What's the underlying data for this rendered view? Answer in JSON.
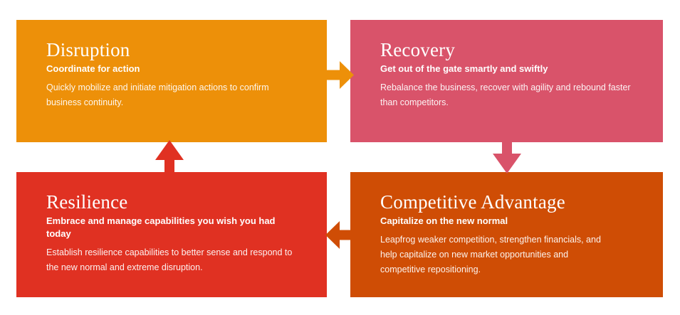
{
  "diagram": {
    "name": "business-continuity-phases",
    "background_color": "#ffffff",
    "cards": [
      {
        "id": "disruption",
        "title": "Disruption",
        "subtitle": "Coordinate for action",
        "body": "Quickly mobilize and initiate mitigation actions to confirm business continuity.",
        "color": "#ED9009"
      },
      {
        "id": "recovery",
        "title": "Recovery",
        "subtitle": "Get out of the gate smartly and swiftly",
        "body": "Rebalance the business, recover with agility and rebound faster than competitors.",
        "color": "#D9536A"
      },
      {
        "id": "resilience",
        "title": "Resilience",
        "subtitle": "Embrace and manage capabilities you wish you had today",
        "body": "Establish resilience capabilities to better sense and respond to the new normal and extreme disruption.",
        "color": "#E03122"
      },
      {
        "id": "competitive-advantage",
        "title": "Competitive Advantage",
        "subtitle": "Capitalize on the new normal",
        "body": "Leapfrog weaker competition, strengthen financials, and help capitalize on new market opportunities and competitive repositioning.",
        "color": "#CF4D05"
      }
    ],
    "arrows": [
      {
        "id": "arrow-right",
        "icon": "arrow-right-icon",
        "direction": "right",
        "from": "disruption",
        "to": "recovery",
        "color": "#ED9009"
      },
      {
        "id": "arrow-down",
        "icon": "arrow-down-icon",
        "direction": "down",
        "from": "recovery",
        "to": "competitive-advantage",
        "color": "#D9536A"
      },
      {
        "id": "arrow-left",
        "icon": "arrow-left-icon",
        "direction": "left",
        "from": "competitive-advantage",
        "to": "resilience",
        "color": "#CF4D05"
      },
      {
        "id": "arrow-up",
        "icon": "arrow-up-icon",
        "direction": "up",
        "from": "resilience",
        "to": "disruption",
        "color": "#E03122"
      }
    ]
  }
}
